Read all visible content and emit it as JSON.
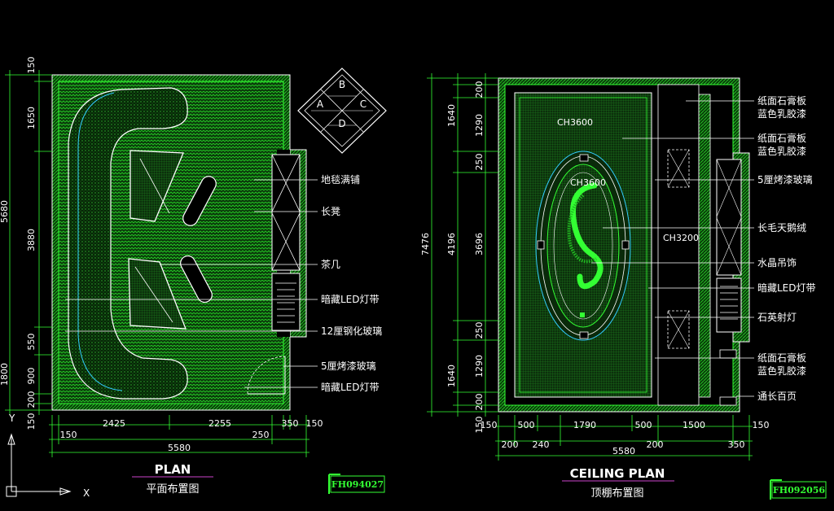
{
  "plan": {
    "title": "PLAN",
    "subtitle": "平面布置图",
    "code": "FH094027",
    "dims_bottom_top": [
      "2425",
      "2255",
      "350",
      "150"
    ],
    "dims_bottom_mid": [
      "150",
      "250"
    ],
    "dims_bottom_total": "5580",
    "dims_left_outer": "5680",
    "dims_left": [
      "150",
      "1650",
      "3880",
      "550",
      "900",
      "200",
      "150"
    ],
    "dims_left_total_lower": "1800",
    "labels": [
      "地毯满铺",
      "长凳",
      "茶几",
      "暗藏LED灯带",
      "12厘钢化玻璃",
      "5厘烤漆玻璃",
      "暗藏LED灯带"
    ]
  },
  "compass": {
    "a": "A",
    "b": "B",
    "c": "C",
    "d": "D"
  },
  "ceiling": {
    "title": "CEILING PLAN",
    "subtitle": "顶棚布置图",
    "code": "FH092056",
    "ch_labels": [
      "CH3600",
      "CH3600",
      "CH3200"
    ],
    "dims_bottom_top": [
      "150",
      "500",
      "1790",
      "500",
      "1500",
      "150"
    ],
    "dims_bottom_mid": [
      "200",
      "240",
      "200",
      "350"
    ],
    "dims_bottom_total": "5580",
    "dims_left_outer": "7476",
    "dims_left_mid": "4196",
    "dims_left_inner": "3696",
    "dims_left": [
      "200",
      "1640",
      "1290",
      "250",
      "250",
      "1290",
      "1640",
      "200",
      "150"
    ],
    "labels": [
      "纸面石膏板",
      "蓝色乳胶漆",
      "纸面石膏板",
      "蓝色乳胶漆",
      "5厘烤漆玻璃",
      "长毛天鹅绒",
      "水晶吊饰",
      "暗藏LED灯带",
      "石英射灯",
      "纸面石膏板",
      "蓝色乳胶漆",
      "通长百页"
    ]
  },
  "axes": {
    "x": "X",
    "y": "Y"
  }
}
